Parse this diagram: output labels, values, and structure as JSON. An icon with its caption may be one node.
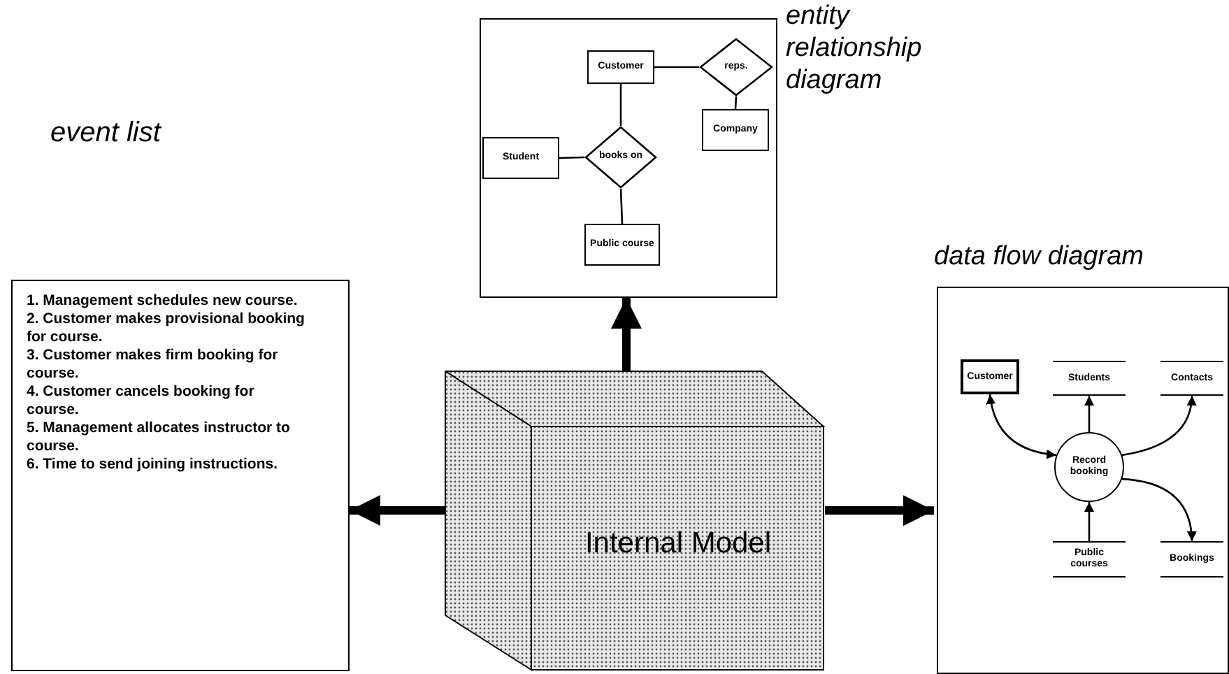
{
  "diagram": {
    "nodes": [
      {
        "text": [
          "event list",
          "1. Management schedules new course.",
          "2. Customer makes provisional booking for course.",
          "3. Customer makes firm booking for course.",
          "4. Customer cancels booking for course.",
          "5. Management allocates instructor to course.",
          "6. Time to send joining instructions."
        ]
      },
      {
        "text": [
          "entity relationship diagram"
        ]
      },
      {
        "text": [
          "Customer"
        ],
        "in": 1
      },
      {
        "text": [
          "reps."
        ],
        "in": 1
      },
      {
        "text": [
          "Company"
        ],
        "in": 1
      },
      {
        "text": [
          "Student"
        ],
        "in": 1
      },
      {
        "text": [
          "books on"
        ],
        "in": 1
      },
      {
        "text": [
          "Public course"
        ],
        "in": 1
      },
      {
        "text": [
          "data flow diagram"
        ]
      },
      {
        "text": [
          "Customer"
        ],
        "in": 8
      },
      {
        "text": [
          "Students"
        ],
        "in": 8
      },
      {
        "text": [
          "Contacts"
        ],
        "in": 8
      },
      {
        "text": [
          "Record booking"
        ],
        "in": 8
      },
      {
        "text": [
          "Public courses"
        ],
        "in": 8
      },
      {
        "text": [
          "Bookings"
        ],
        "in": 8
      },
      {
        "text": [
          "Internal Model"
        ]
      }
    ],
    "edges": [
      {
        "from": 15,
        "to": 0,
        "arrow": "to",
        "style": "thick"
      },
      {
        "from": 15,
        "to": 1,
        "arrow": "to",
        "style": "thick"
      },
      {
        "from": 15,
        "to": 8,
        "arrow": "to",
        "style": "thick"
      },
      {
        "from": 2,
        "to": 3,
        "arrow": "none"
      },
      {
        "from": 3,
        "to": 4,
        "arrow": "none"
      },
      {
        "from": 2,
        "to": 6,
        "arrow": "none"
      },
      {
        "from": 5,
        "to": 6,
        "arrow": "none"
      },
      {
        "from": 6,
        "to": 7,
        "arrow": "none"
      },
      {
        "from": 12,
        "to": 9,
        "arrow": "both"
      },
      {
        "from": 12,
        "to": 10,
        "arrow": "to"
      },
      {
        "from": 12,
        "to": 11,
        "arrow": "to"
      },
      {
        "from": 13,
        "to": 12,
        "arrow": "to"
      },
      {
        "from": 12,
        "to": 14,
        "arrow": "to"
      }
    ]
  }
}
